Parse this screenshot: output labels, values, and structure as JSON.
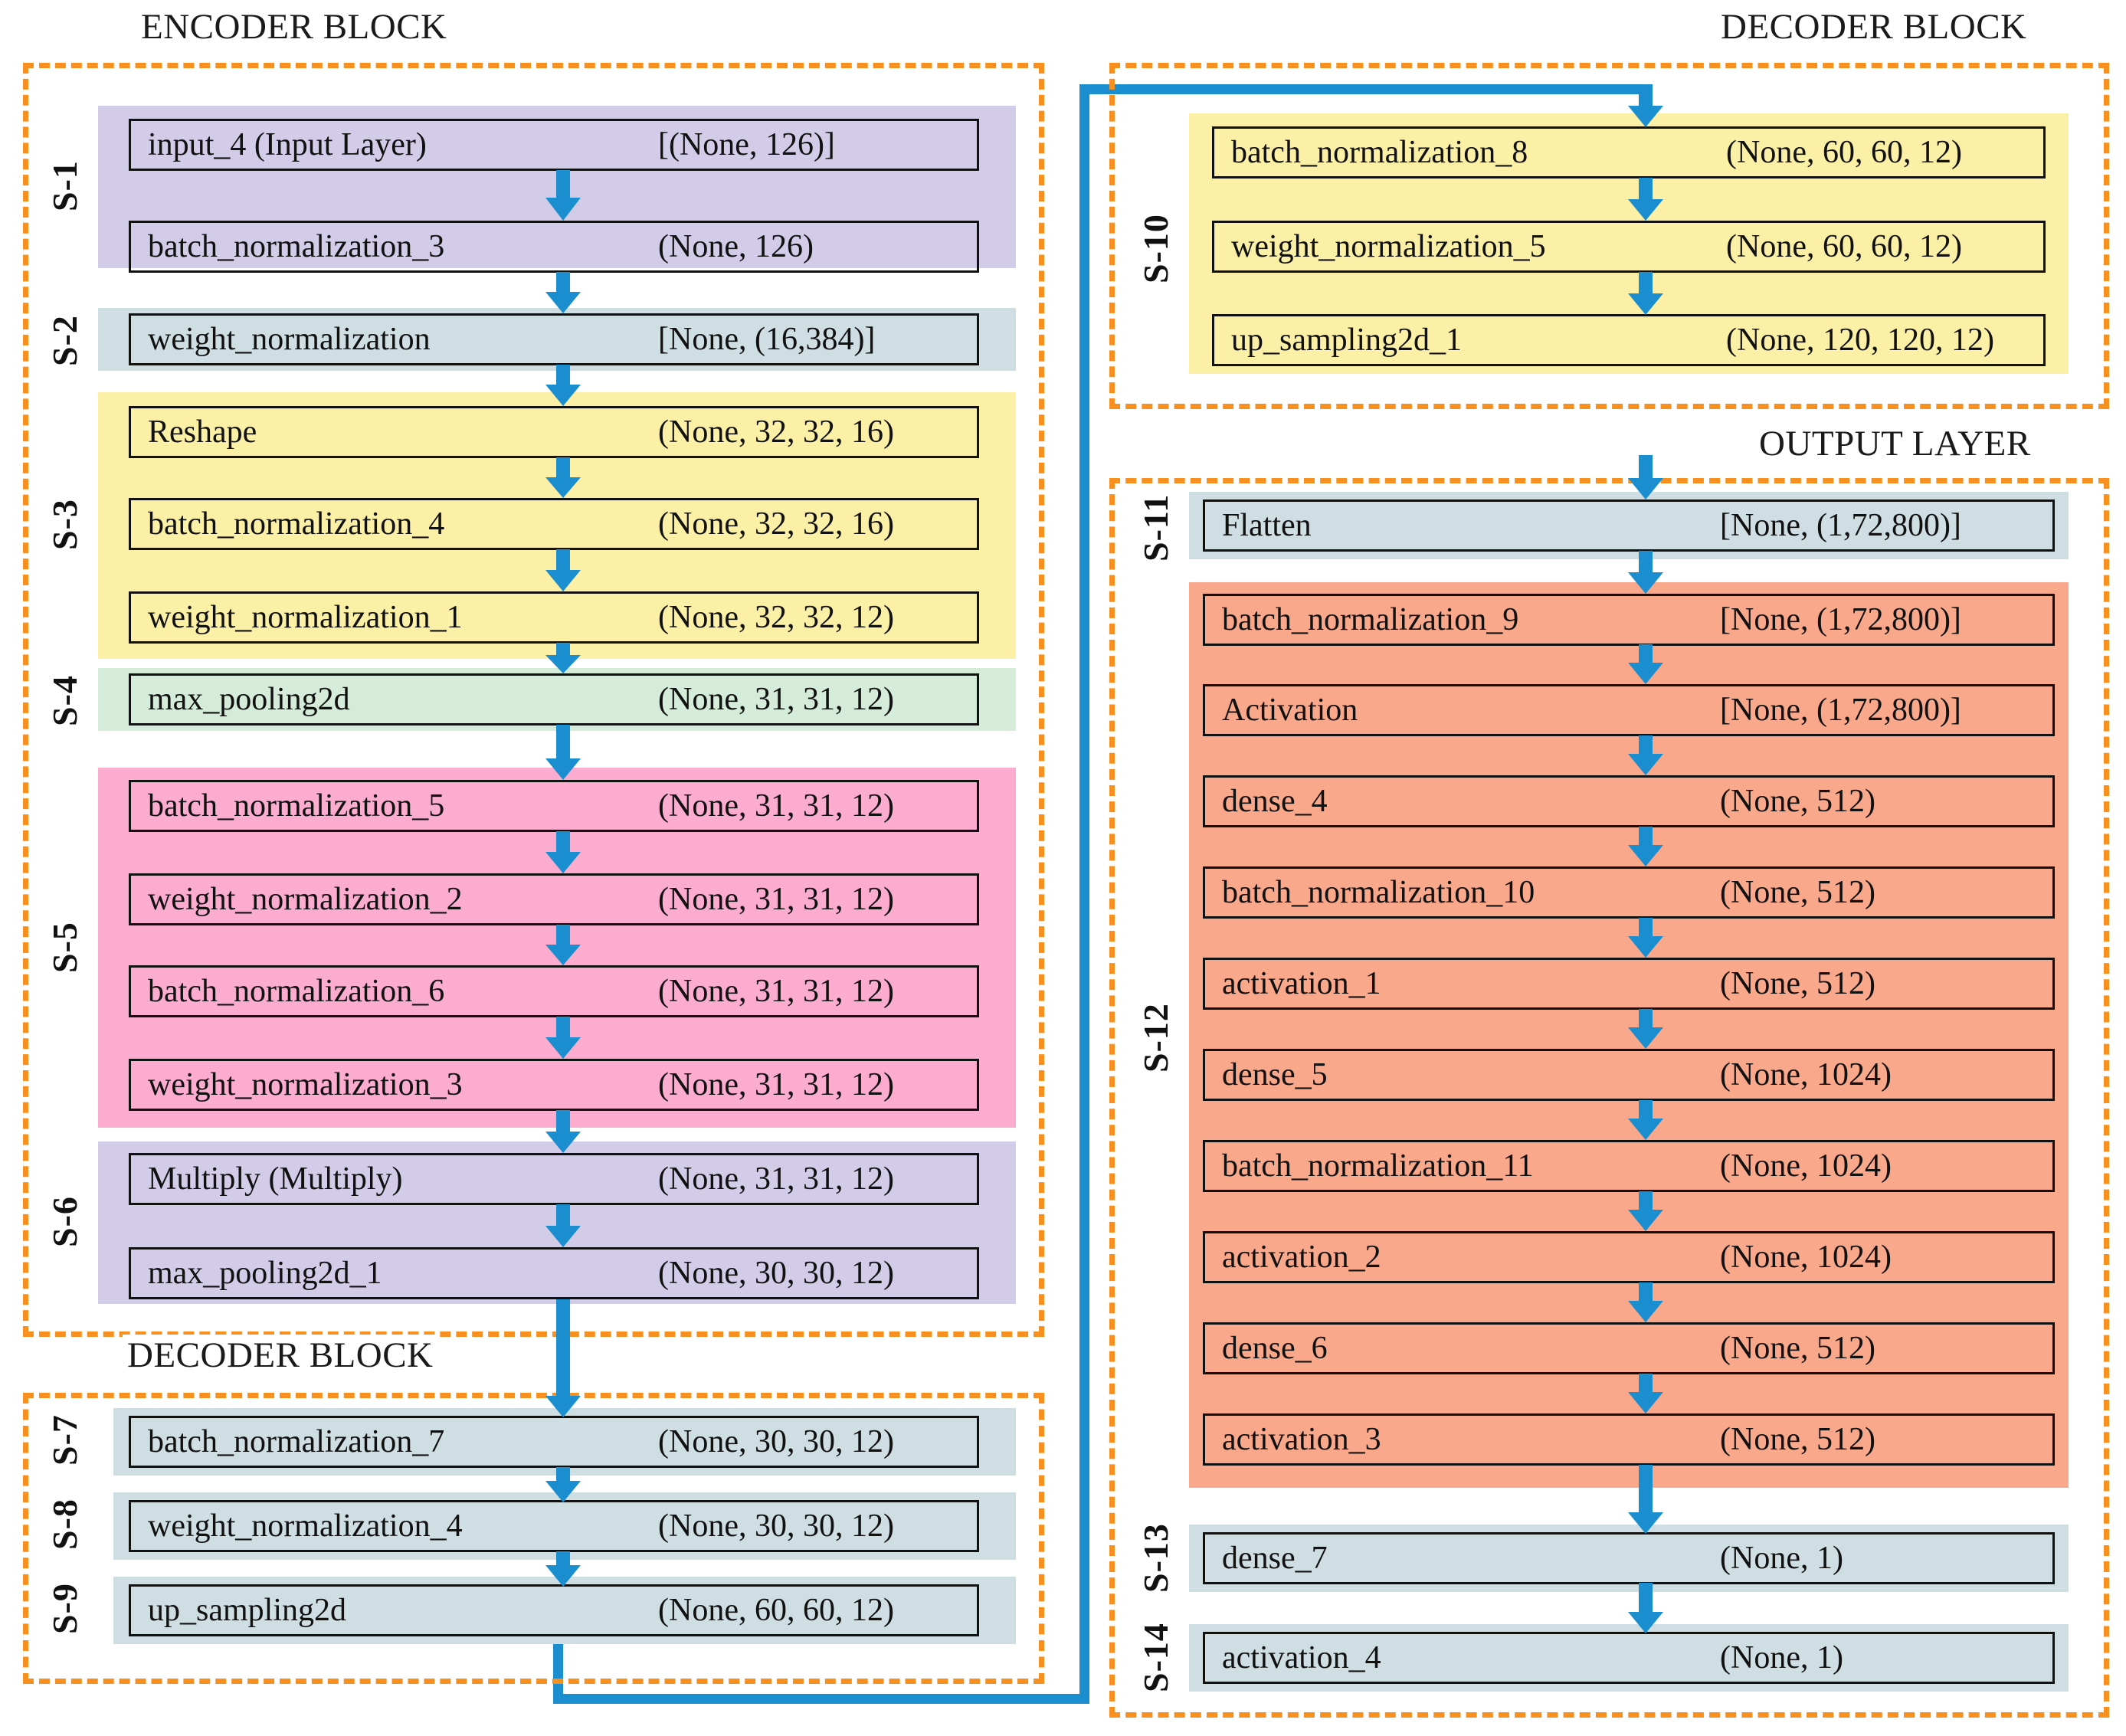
{
  "diagram": {
    "title_encoder": "ENCODER BLOCK",
    "title_decoder_left": "DECODER BLOCK",
    "title_decoder_right": "DECODER BLOCK",
    "title_output": "OUTPUT LAYER",
    "colors": {
      "dashed_border": "#f7901e",
      "arrow_blue": "#1b8ed0",
      "purple": "#d3cce9",
      "bluegray": "#cfdee3",
      "yellow": "#fbf0a6",
      "green": "#d4ecd9",
      "pink": "#fbaccf",
      "salmon": "#f9a88b",
      "box_border": "#111111"
    }
  },
  "stages": {
    "s1": {
      "label": "S-1",
      "color": "purple"
    },
    "s2": {
      "label": "S-2",
      "color": "bluegray"
    },
    "s3": {
      "label": "S-3",
      "color": "yellow"
    },
    "s4": {
      "label": "S-4",
      "color": "green"
    },
    "s5": {
      "label": "S-5",
      "color": "pink"
    },
    "s6": {
      "label": "S-6",
      "color": "purple"
    },
    "s7": {
      "label": "S-7",
      "color": "bluegray"
    },
    "s8": {
      "label": "S-8",
      "color": "bluegray"
    },
    "s9": {
      "label": "S-9",
      "color": "bluegray"
    },
    "s10": {
      "label": "S-10",
      "color": "yellow"
    },
    "s11": {
      "label": "S-11",
      "color": "bluegray"
    },
    "s12": {
      "label": "S-12",
      "color": "salmon"
    },
    "s13": {
      "label": "S-13",
      "color": "bluegray"
    },
    "s14": {
      "label": "S-14",
      "color": "bluegray"
    }
  },
  "layers": {
    "l01": {
      "name": "input_4 (Input Layer)",
      "shape": "[(None, 126)]"
    },
    "l02": {
      "name": "batch_normalization_3",
      "shape": "(None, 126)"
    },
    "l03": {
      "name": "weight_normalization",
      "shape": "[None, (16,384)]"
    },
    "l04": {
      "name": "Reshape",
      "shape": "(None, 32, 32, 16)"
    },
    "l05": {
      "name": "batch_normalization_4",
      "shape": "(None, 32, 32, 16)"
    },
    "l06": {
      "name": "weight_normalization_1",
      "shape": "(None, 32, 32, 12)"
    },
    "l07": {
      "name": "max_pooling2d",
      "shape": "(None, 31, 31, 12)"
    },
    "l08": {
      "name": "batch_normalization_5",
      "shape": "(None, 31, 31, 12)"
    },
    "l09": {
      "name": "weight_normalization_2",
      "shape": "(None, 31, 31, 12)"
    },
    "l10": {
      "name": "batch_normalization_6",
      "shape": "(None, 31, 31, 12)"
    },
    "l11": {
      "name": "weight_normalization_3",
      "shape": "(None, 31, 31, 12)"
    },
    "l12": {
      "name": "Multiply (Multiply)",
      "shape": "(None, 31, 31, 12)"
    },
    "l13": {
      "name": "max_pooling2d_1",
      "shape": "(None, 30, 30, 12)"
    },
    "l14": {
      "name": "batch_normalization_7",
      "shape": "(None, 30, 30, 12)"
    },
    "l15": {
      "name": "weight_normalization_4",
      "shape": "(None, 30, 30, 12)"
    },
    "l16": {
      "name": "up_sampling2d",
      "shape": "(None, 60, 60, 12)"
    },
    "l17": {
      "name": "batch_normalization_8",
      "shape": "(None, 60, 60, 12)"
    },
    "l18": {
      "name": "weight_normalization_5",
      "shape": "(None, 60, 60, 12)"
    },
    "l19": {
      "name": "up_sampling2d_1",
      "shape": "(None, 120, 120, 12)"
    },
    "l20": {
      "name": "Flatten",
      "shape": "[None, (1,72,800)]"
    },
    "l21": {
      "name": "batch_normalization_9",
      "shape": "[None, (1,72,800)]"
    },
    "l22": {
      "name": "Activation",
      "shape": "[None, (1,72,800)]"
    },
    "l23": {
      "name": "dense_4",
      "shape": "(None, 512)"
    },
    "l24": {
      "name": "batch_normalization_10",
      "shape": "(None, 512)"
    },
    "l25": {
      "name": "activation_1",
      "shape": "(None, 512)"
    },
    "l26": {
      "name": "dense_5",
      "shape": "(None, 1024)"
    },
    "l27": {
      "name": "batch_normalization_11",
      "shape": "(None, 1024)"
    },
    "l28": {
      "name": "activation_2",
      "shape": "(None, 1024)"
    },
    "l29": {
      "name": "dense_6",
      "shape": "(None, 512)"
    },
    "l30": {
      "name": "activation_3",
      "shape": "(None, 512)"
    },
    "l31": {
      "name": "dense_7",
      "shape": "(None, 1)"
    },
    "l32": {
      "name": "activation_4",
      "shape": "(None, 1)"
    }
  }
}
